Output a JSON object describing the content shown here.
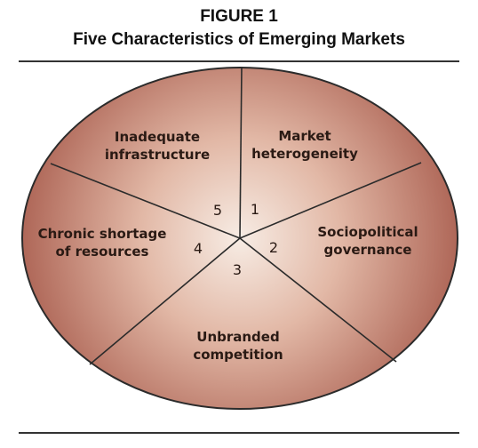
{
  "figure_label": "FIGURE 1",
  "figure_title": "Five Characteristics of Emerging Markets",
  "segments": [
    {
      "number": "1",
      "label_lines": [
        "Market",
        "heterogeneity"
      ]
    },
    {
      "number": "2",
      "label_lines": [
        "Sociopolitical",
        "governance"
      ]
    },
    {
      "number": "3",
      "label_lines": [
        "Unbranded",
        "competition"
      ]
    },
    {
      "number": "4",
      "label_lines": [
        "Chronic shortage",
        "of resources"
      ]
    },
    {
      "number": "5",
      "label_lines": [
        "Inadequate",
        "infrastructure"
      ]
    }
  ],
  "colors": {
    "fill_center": "#f7ece4",
    "fill_edge": "#ad6455",
    "outline": "#2b2b2b"
  }
}
